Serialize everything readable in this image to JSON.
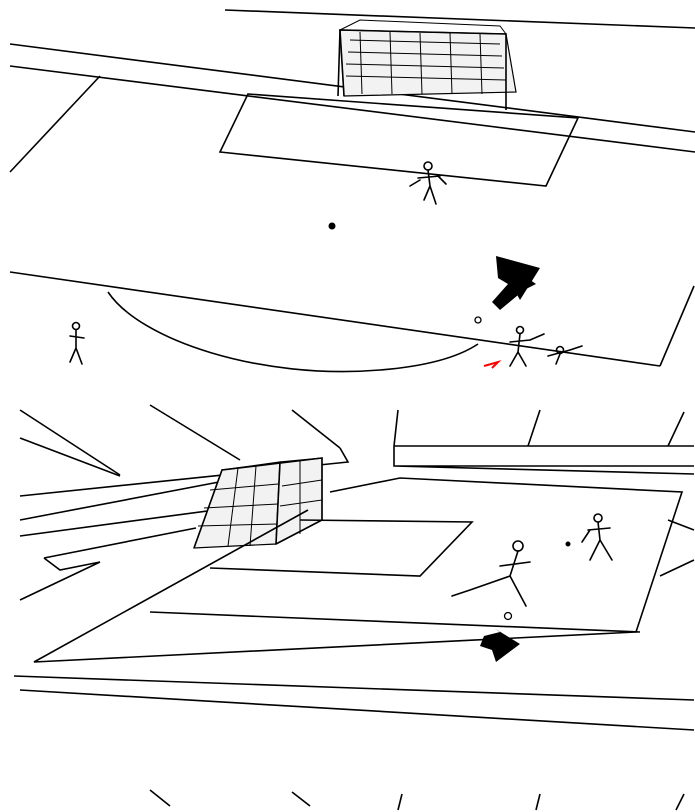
{
  "scene": {
    "type": "isometric-football-game",
    "render_style": "monochrome line art",
    "colors": {
      "background": "#ffffff",
      "lines": "#000000",
      "marker": "#ff0000"
    },
    "panels": [
      {
        "id": "top-view",
        "elements": [
          "goal",
          "penalty-area",
          "center-line",
          "center-circle",
          "players",
          "ball",
          "direction-arrow",
          "selection-marker"
        ]
      },
      {
        "id": "side-view",
        "elements": [
          "goal",
          "penalty-area",
          "sideline",
          "players",
          "ball",
          "direction-arrow"
        ]
      },
      {
        "id": "bottom-view",
        "elements": [
          "stand-lines"
        ]
      }
    ]
  }
}
